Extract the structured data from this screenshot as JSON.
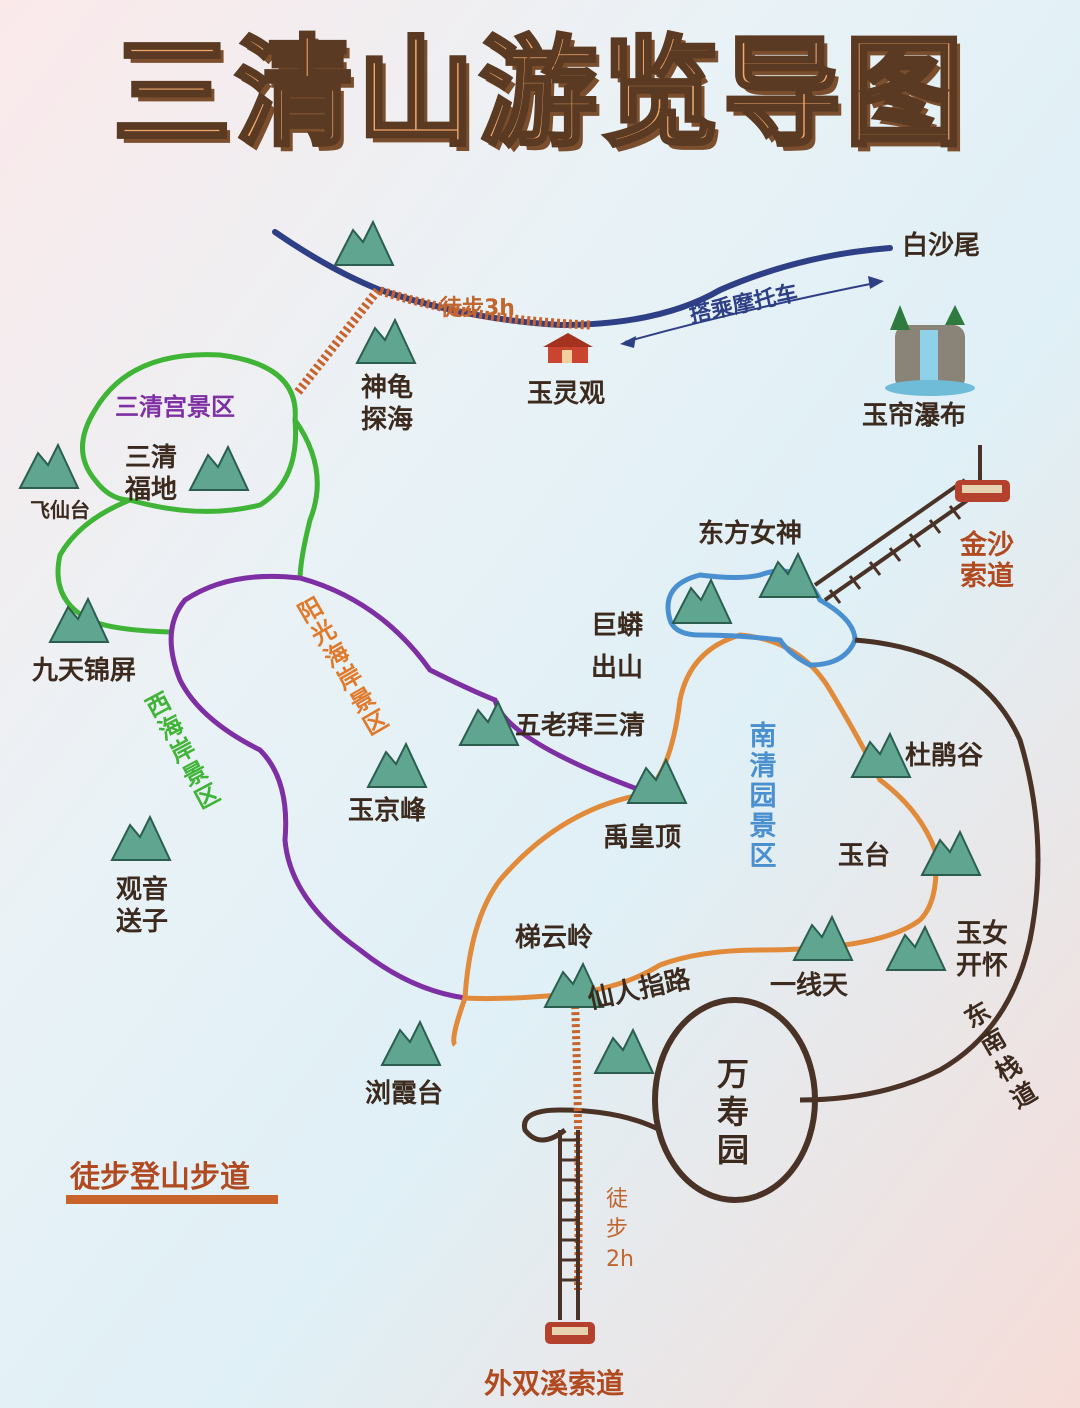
{
  "title": "三清山游览导图",
  "colors": {
    "title_fill": "#f2a86b",
    "navy_road": "#2f3f86",
    "green_zone": "#3fb436",
    "purple_zone": "#7d2fa3",
    "orange_zone": "#e08a3a",
    "blue_zone": "#4a8fcf",
    "brown_road": "#4a3326",
    "walk_trail": "#c8632b"
  },
  "zones": {
    "sanqinggong": "三清宫景区",
    "yangguang": "阳光海岸景区",
    "xihai": "西海岸景区",
    "nanqingyuan": "南清园景区"
  },
  "routes": {
    "walk_top": "徒步3h",
    "moto": "搭乘摩托车",
    "walk_bottom": "徒步2h",
    "southeast": "东南栈道",
    "legend": "徒步登山步道"
  },
  "cableways": {
    "jinsha": "金沙索道",
    "waishuangxi": "外双溪索道"
  },
  "places": {
    "baishawei": "白沙尾",
    "yulingguan": "玉灵观",
    "yulian": "玉帘瀑布",
    "shengui": "神龟探海",
    "sanqing_fudi": "三清福地",
    "feixiantai": "飞仙台",
    "jiutian": "九天锦屏",
    "dongfang": "东方女神",
    "jumang": "巨蟒出山",
    "wulao": "五老拜三清",
    "yujingfeng": "玉京峰",
    "guanyin": "观音送子",
    "yuhuangding": "禹皇顶",
    "dujuangu": "杜鹃谷",
    "yutai": "玉台",
    "tiyunling": "梯云岭",
    "yixiantian": "一线天",
    "yunvkaihuai": "玉女开怀",
    "xianren": "仙人指路",
    "liuxiatai": "浏霞台",
    "wanshouyuan": "万寿园"
  }
}
